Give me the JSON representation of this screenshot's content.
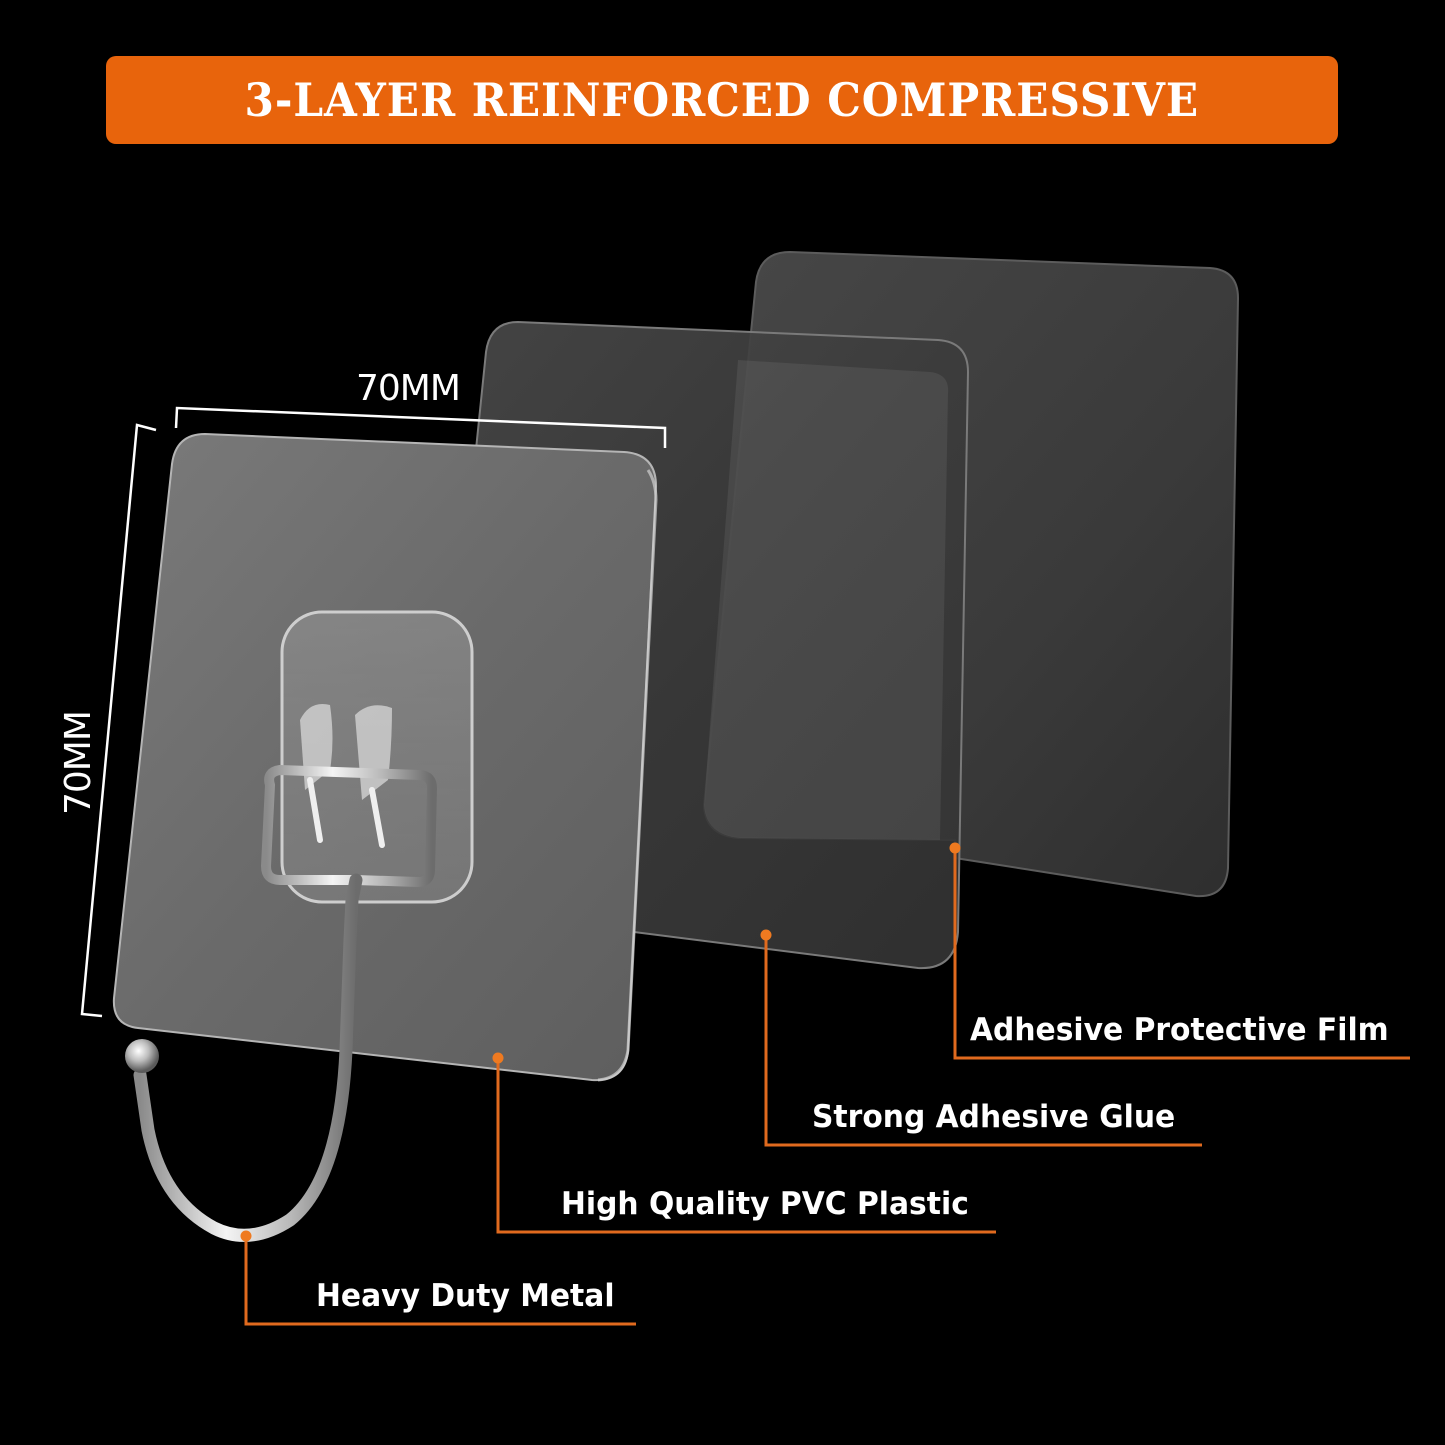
{
  "banner": {
    "title": "3-LAYER REINFORCED COMPRESSIVE",
    "background_color": "#e8640c",
    "text_color": "#ffffff"
  },
  "dimensions": {
    "width_label": "70MM",
    "height_label": "70MM"
  },
  "layers": [
    {
      "name": "front-pvc-plate",
      "label": "High Quality PVC Plastic"
    },
    {
      "name": "middle-glue-layer",
      "label": "Strong Adhesive Glue"
    },
    {
      "name": "back-film-layer",
      "label": "Adhesive Protective Film"
    }
  ],
  "callouts": [
    {
      "label": "Adhesive Protective Film",
      "target": "back-film-layer"
    },
    {
      "label": "Strong Adhesive Glue",
      "target": "middle-glue-layer"
    },
    {
      "label": "High Quality PVC Plastic",
      "target": "front-pvc-plate"
    },
    {
      "label": "Heavy Duty Metal",
      "target": "metal-hook"
    }
  ],
  "colors": {
    "accent": "#e8640c",
    "callout_line": "#e06a1e",
    "background": "#000000",
    "panel_gray": "#6e6e6e"
  }
}
